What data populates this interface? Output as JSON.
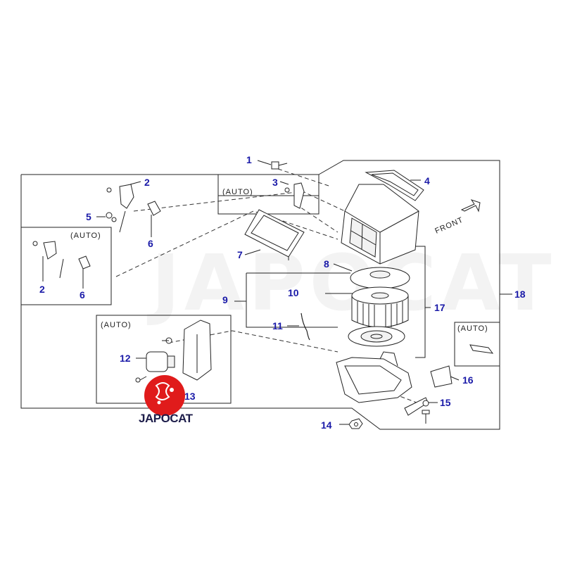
{
  "watermark": "JAPOCAT",
  "logo": {
    "text": "JAPOCAT",
    "color": "#e01b1b"
  },
  "front_label": "FRONT",
  "auto_boxes": {
    "top": "(AUTO)",
    "left": "(AUTO)",
    "bottom": "(AUTO)",
    "right": "(AUTO)"
  },
  "callouts": {
    "c1": "1",
    "c2a": "2",
    "c2b": "2",
    "c3": "3",
    "c4": "4",
    "c5": "5",
    "c6a": "6",
    "c6b": "6",
    "c7": "7",
    "c8": "8",
    "c9": "9",
    "c10": "10",
    "c11": "11",
    "c12": "12",
    "c13": "13",
    "c14": "14",
    "c15": "15",
    "c16": "16",
    "c17": "17",
    "c18": "18"
  },
  "colors": {
    "callout": "#1a1aa8",
    "line": "#222222"
  }
}
